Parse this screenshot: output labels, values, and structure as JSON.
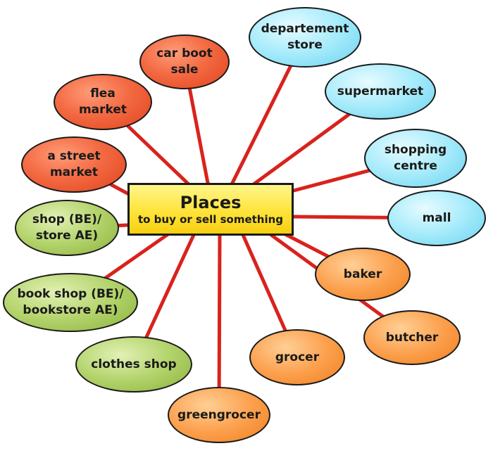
{
  "center": {
    "title": "Places",
    "subtitle": "to buy or sell something"
  },
  "colors": {
    "connector": "#d8231c",
    "center_fill": "#ffe33a",
    "node_red": "#ee5a31",
    "node_blue": "#a6ebfb",
    "node_green": "#b3d36b",
    "node_orange": "#fca14f",
    "outline": "#1a1a1a"
  },
  "nodes": [
    {
      "id": "departement-store",
      "label": "departement\nstore",
      "color": "blue"
    },
    {
      "id": "supermarket",
      "label": "supermarket",
      "color": "blue"
    },
    {
      "id": "shopping-centre",
      "label": "shopping\ncentre",
      "color": "blue"
    },
    {
      "id": "mall",
      "label": "mall",
      "color": "blue"
    },
    {
      "id": "baker",
      "label": "baker",
      "color": "orange"
    },
    {
      "id": "butcher",
      "label": "butcher",
      "color": "orange"
    },
    {
      "id": "grocer",
      "label": "grocer",
      "color": "orange"
    },
    {
      "id": "greengrocer",
      "label": "greengrocer",
      "color": "orange"
    },
    {
      "id": "clothes-shop",
      "label": "clothes shop",
      "color": "green"
    },
    {
      "id": "book-shop",
      "label": "book shop (BE)/\nbookstore AE)",
      "color": "green"
    },
    {
      "id": "shop-store",
      "label": "shop (BE)/\nstore AE)",
      "color": "green"
    },
    {
      "id": "a-street-market",
      "label": "a street\nmarket",
      "color": "red"
    },
    {
      "id": "flea-market",
      "label": "flea\nmarket",
      "color": "red"
    },
    {
      "id": "car-boot-sale",
      "label": "car boot\nsale",
      "color": "red"
    }
  ]
}
